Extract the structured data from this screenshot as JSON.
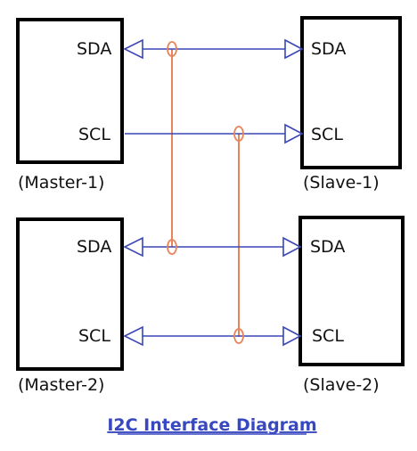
{
  "diagram": {
    "title": "I2C Interface Diagram",
    "colors": {
      "box": "#000000",
      "bus": "#3a46b5",
      "junction": "#e8845a",
      "title": "#3848c0",
      "text": "#111111"
    },
    "master1": {
      "caption": "(Master-1)",
      "pin_sda": "SDA",
      "pin_scl": "SCL"
    },
    "slave1": {
      "caption": "(Slave-1)",
      "pin_sda": "SDA",
      "pin_scl": "SCL"
    },
    "master2": {
      "caption": "(Master-2)",
      "pin_sda": "SDA",
      "pin_scl": "SCL"
    },
    "slave2": {
      "caption": "(Slave-2)",
      "pin_sda": "SDA",
      "pin_scl": "SCL"
    }
  }
}
